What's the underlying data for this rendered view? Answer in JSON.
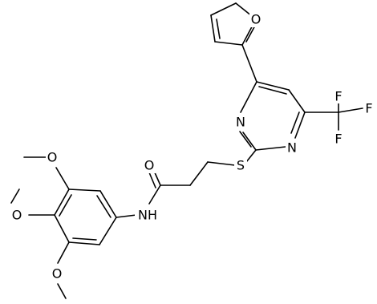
{
  "molecule": {
    "atoms": {
      "furan_o": "O",
      "pyr_n_upper": "N",
      "pyr_n_lower": "N",
      "cf3_f_top": "F",
      "cf3_f_right": "F",
      "cf3_f_bottom": "F",
      "thio_s": "S",
      "carbonyl_o": "O",
      "amide_nh": "NH",
      "methoxy_o_upper": "O",
      "methoxy_o_middle": "O",
      "methoxy_o_lower": "O"
    }
  },
  "colors": {
    "line": "#000000",
    "background": "#ffffff"
  }
}
